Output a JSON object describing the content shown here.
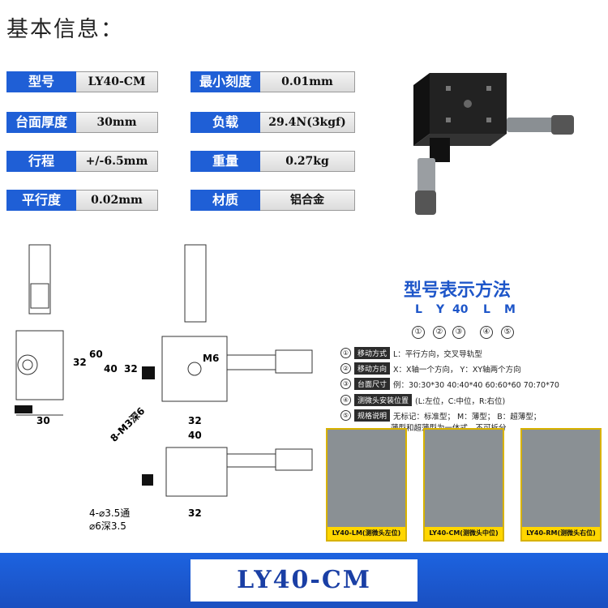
{
  "title": "基本信息：",
  "specs": [
    {
      "label": "型号",
      "value": "LY40-CM"
    },
    {
      "label": "最小刻度",
      "value": "0.01mm"
    },
    {
      "label": "台面厚度",
      "value": "30mm"
    },
    {
      "label": "负载",
      "value": "29.4N(3kgf)"
    },
    {
      "label": "行程",
      "value": "+/-6.5mm"
    },
    {
      "label": "重量",
      "value": "0.27kg"
    },
    {
      "label": "平行度",
      "value": "0.02mm"
    },
    {
      "label": "材质",
      "value": "铝合金"
    }
  ],
  "drawing": {
    "dim_30": "30",
    "dim_32_left": "32",
    "dim_60": "60",
    "dim_40_v": "40",
    "dim_32_v": "32",
    "dim_32_h": "32",
    "dim_40_h": "40",
    "label_m6": "M6",
    "label_m3": "8-M3深6",
    "dim_32_bottom": "32",
    "hole_note_1": "4-⌀3.5通",
    "hole_note_2": "⌀6深3.5"
  },
  "legend": {
    "title": "型号表示方法",
    "code": [
      "L",
      "Y",
      "40",
      "L",
      "M"
    ],
    "nums": [
      "①",
      "②",
      "③",
      "④",
      "⑤"
    ],
    "rows": [
      {
        "num": "①",
        "tag": "移动方式",
        "text": "L：平行方向，交叉导轨型"
      },
      {
        "num": "②",
        "tag": "移动方向",
        "text": "X：X轴一个方向，   Y：XY轴两个方向"
      },
      {
        "num": "③",
        "tag": "台面尺寸",
        "text": "例：30:30*30   40:40*40   60:60*60   70:70*70"
      },
      {
        "num": "④",
        "tag": "测微头安装位置",
        "text": "(L:左位，C:中位，R:右位)"
      },
      {
        "num": "⑤",
        "tag": "规格说明",
        "text": "无标记：标准型；   M：薄型；   B：超薄型；"
      }
    ],
    "row5_extra": "薄型和超薄型为一体式，不可拆分",
    "thumbs": [
      "LY40-LM(测微头左位)",
      "LY40-CM(测微头中位)",
      "LY40-RM(测微头右位)"
    ]
  },
  "bottom_label": "LY40-CM",
  "colors": {
    "accent": "#1f5fd6",
    "caption": "#ffd600"
  }
}
